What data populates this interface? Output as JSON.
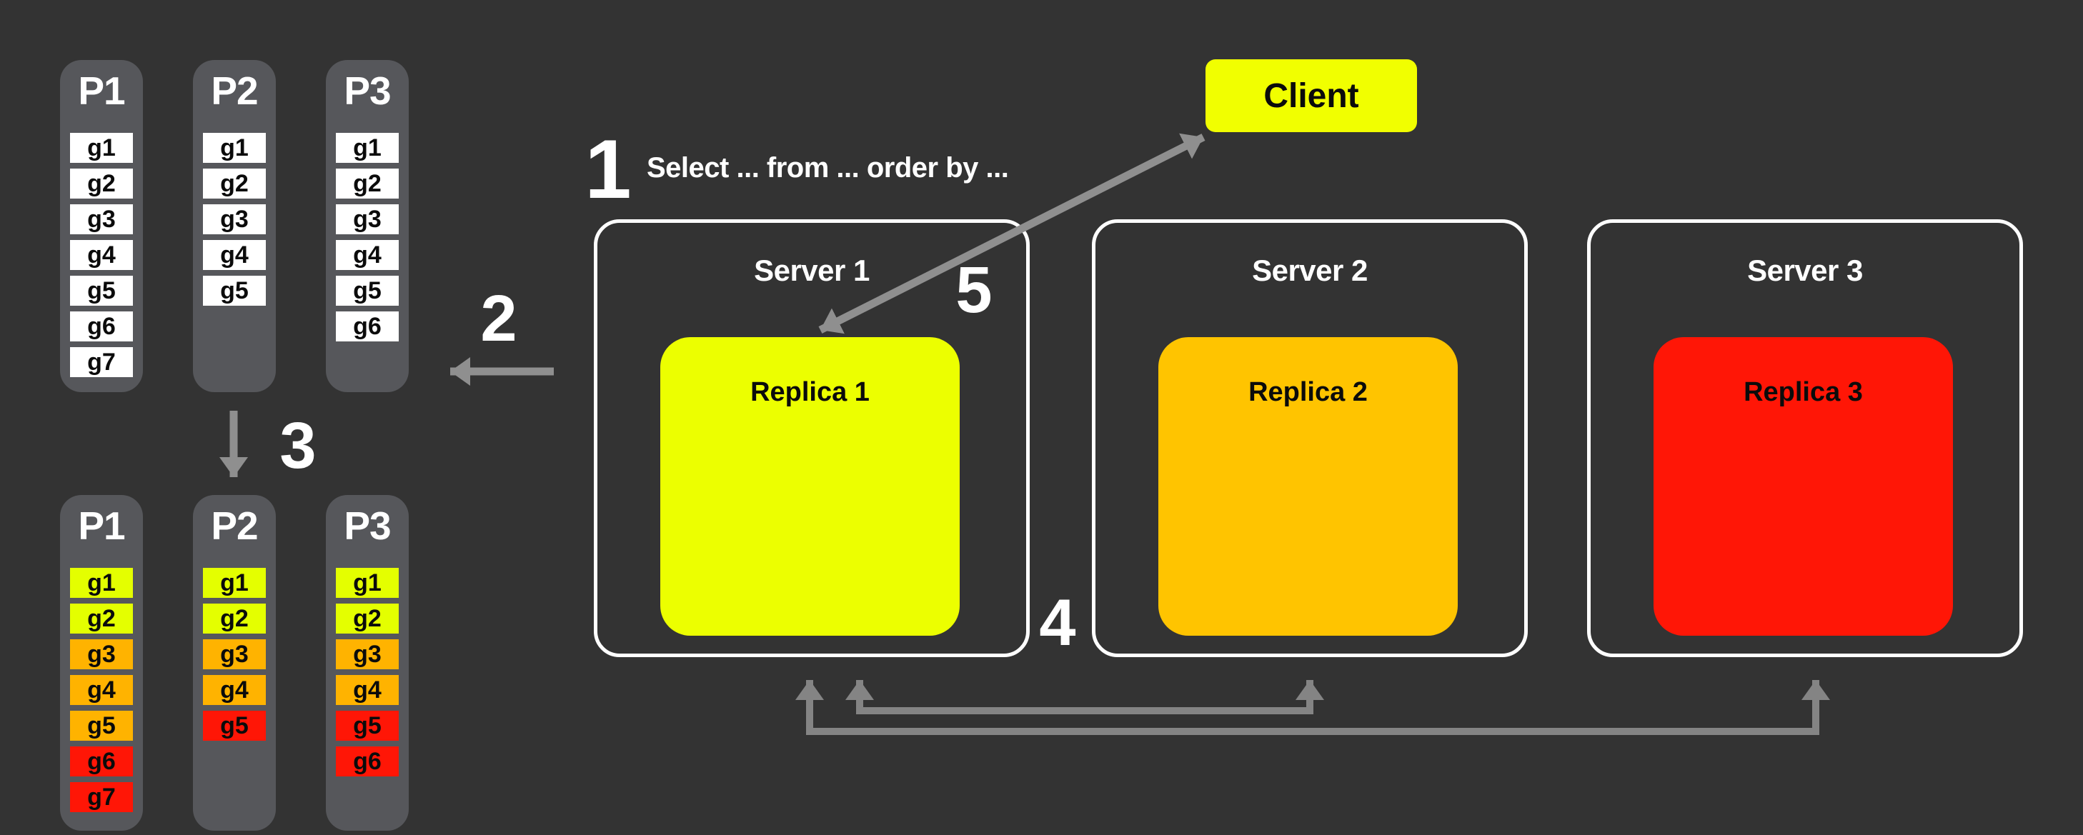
{
  "palette": {
    "background": "#333333",
    "panel_gray": "#56575B",
    "white_box": "#FFFFFF",
    "chartreuse": "#E4FF00",
    "orange": "#FFB300",
    "red": "#FF1606",
    "client_yellow": "#F1FF00",
    "replica1_yellow": "#ECFF00",
    "replica2_amber": "#FFC400",
    "replica3_red": "#FF1606",
    "arrow_gray": "#8F8F8F",
    "bracket_gray": "#848484",
    "text_light": "#FFFFFF",
    "text_dark": "#0B0B0B"
  },
  "steps": {
    "s1": {
      "num": "1",
      "text": "Select ... from ... order by ..."
    },
    "s2": {
      "num": "2"
    },
    "s3": {
      "num": "3"
    },
    "s4": {
      "num": "4"
    },
    "s5": {
      "num": "5"
    }
  },
  "client": {
    "label": "Client",
    "color": "#F1FF00"
  },
  "servers": [
    {
      "name": "Server 1",
      "replica_label": "Replica 1",
      "replica_color": "#ECFF00"
    },
    {
      "name": "Server 2",
      "replica_label": "Replica 2",
      "replica_color": "#FFC400"
    },
    {
      "name": "Server 3",
      "replica_label": "Replica 3",
      "replica_color": "#FF1606"
    }
  ],
  "partitions_before": {
    "columns": [
      {
        "name": "P1",
        "items": [
          {
            "label": "g1",
            "color": "#FFFFFF"
          },
          {
            "label": "g2",
            "color": "#FFFFFF"
          },
          {
            "label": "g3",
            "color": "#FFFFFF"
          },
          {
            "label": "g4",
            "color": "#FFFFFF"
          },
          {
            "label": "g5",
            "color": "#FFFFFF"
          },
          {
            "label": "g6",
            "color": "#FFFFFF"
          },
          {
            "label": "g7",
            "color": "#FFFFFF"
          }
        ]
      },
      {
        "name": "P2",
        "items": [
          {
            "label": "g1",
            "color": "#FFFFFF"
          },
          {
            "label": "g2",
            "color": "#FFFFFF"
          },
          {
            "label": "g3",
            "color": "#FFFFFF"
          },
          {
            "label": "g4",
            "color": "#FFFFFF"
          },
          {
            "label": "g5",
            "color": "#FFFFFF"
          }
        ]
      },
      {
        "name": "P3",
        "items": [
          {
            "label": "g1",
            "color": "#FFFFFF"
          },
          {
            "label": "g2",
            "color": "#FFFFFF"
          },
          {
            "label": "g3",
            "color": "#FFFFFF"
          },
          {
            "label": "g4",
            "color": "#FFFFFF"
          },
          {
            "label": "g5",
            "color": "#FFFFFF"
          },
          {
            "label": "g6",
            "color": "#FFFFFF"
          }
        ]
      }
    ]
  },
  "partitions_after": {
    "columns": [
      {
        "name": "P1",
        "items": [
          {
            "label": "g1",
            "color": "#E4FF00"
          },
          {
            "label": "g2",
            "color": "#E4FF00"
          },
          {
            "label": "g3",
            "color": "#FFB300"
          },
          {
            "label": "g4",
            "color": "#FFB300"
          },
          {
            "label": "g5",
            "color": "#FFB300"
          },
          {
            "label": "g6",
            "color": "#FF1606"
          },
          {
            "label": "g7",
            "color": "#FF1606"
          }
        ]
      },
      {
        "name": "P2",
        "items": [
          {
            "label": "g1",
            "color": "#E4FF00"
          },
          {
            "label": "g2",
            "color": "#E4FF00"
          },
          {
            "label": "g3",
            "color": "#FFB300"
          },
          {
            "label": "g4",
            "color": "#FFB300"
          },
          {
            "label": "g5",
            "color": "#FF1606"
          }
        ]
      },
      {
        "name": "P3",
        "items": [
          {
            "label": "g1",
            "color": "#E4FF00"
          },
          {
            "label": "g2",
            "color": "#E4FF00"
          },
          {
            "label": "g3",
            "color": "#FFB300"
          },
          {
            "label": "g4",
            "color": "#FFB300"
          },
          {
            "label": "g5",
            "color": "#FF1606"
          },
          {
            "label": "g6",
            "color": "#FF1606"
          }
        ]
      }
    ]
  }
}
